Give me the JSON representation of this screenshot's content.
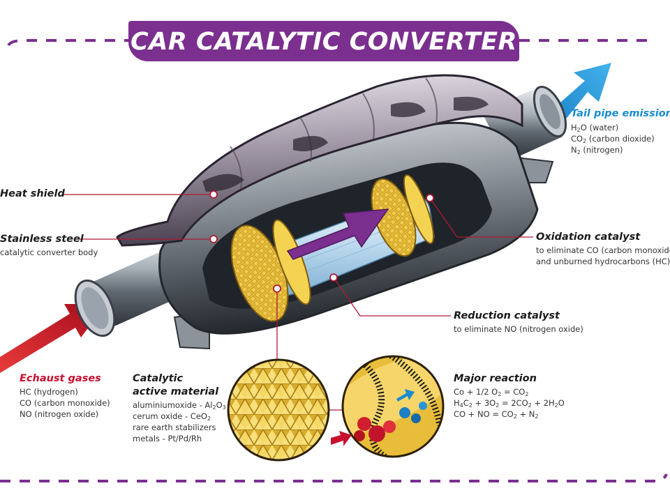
{
  "title": "CAR CATALYTIC CONVERTER",
  "colors": {
    "banner": "#7b2f8f",
    "dashes": "#7b2f8f",
    "exhaust_arrow": "#c8102e",
    "tailpipe_arrow": "#1a8ccf",
    "flow_arrow": "#7b2f8f",
    "leader_lines": "#b01935",
    "catalyst": "#e8c040"
  },
  "labels": {
    "heat_shield": {
      "title": "Heat shield"
    },
    "stainless_steel": {
      "title": "Stainless steel",
      "desc": "catalytic converter body"
    },
    "tail_pipe": {
      "title": "Tail pipe emissions",
      "lines": [
        {
          "pre": "H",
          "sub": "2",
          "post": "O (water)"
        },
        {
          "pre": "CO",
          "sub": "2",
          "post": " (carbon dioxide)"
        },
        {
          "pre": "N",
          "sub": "2",
          "post": " (nitrogen)"
        }
      ]
    },
    "oxidation": {
      "title": "Oxidation catalyst",
      "lines": [
        "to eliminate CO (carbon monoxide)",
        "and unburned hydrocarbons (HC)"
      ]
    },
    "reduction": {
      "title": "Reduction catalyst",
      "desc": "to eliminate NO (nitrogen oxide)"
    },
    "exhaust": {
      "title": "Echaust gases",
      "lines": [
        "HC (hydrogen)",
        "CO (carbon monoxide)",
        "NO (nitrogen oxide)"
      ]
    },
    "catalytic": {
      "title1": "Catalytic",
      "title2": "active material",
      "line1_pre": "aluminiumoxide - Al",
      "line1_sub1": "2",
      "line1_mid": "O",
      "line1_sub2": "3",
      "line2_pre": "cerum oxide - CeO",
      "line2_sub": "2",
      "line3": "rare earth stabilizers",
      "line4": "metals - Pt/Pd/Rh"
    },
    "reaction": {
      "title": "Major reaction",
      "eq1_a": "Co + 1/2 O",
      "eq1_s1": "2",
      "eq1_b": " = CO",
      "eq1_s2": "2",
      "eq2_a": "H",
      "eq2_s1": "4",
      "eq2_b": "C",
      "eq2_s2": "2",
      "eq2_c": " + 3O",
      "eq2_s3": "2",
      "eq2_d": " = 2CO",
      "eq2_s4": "2",
      "eq2_e": " + 2H",
      "eq2_s5": "2",
      "eq2_f": "O",
      "eq3_a": "CO + NO = CO",
      "eq3_s1": "2",
      "eq3_b": " + N",
      "eq3_s2": "2"
    }
  }
}
